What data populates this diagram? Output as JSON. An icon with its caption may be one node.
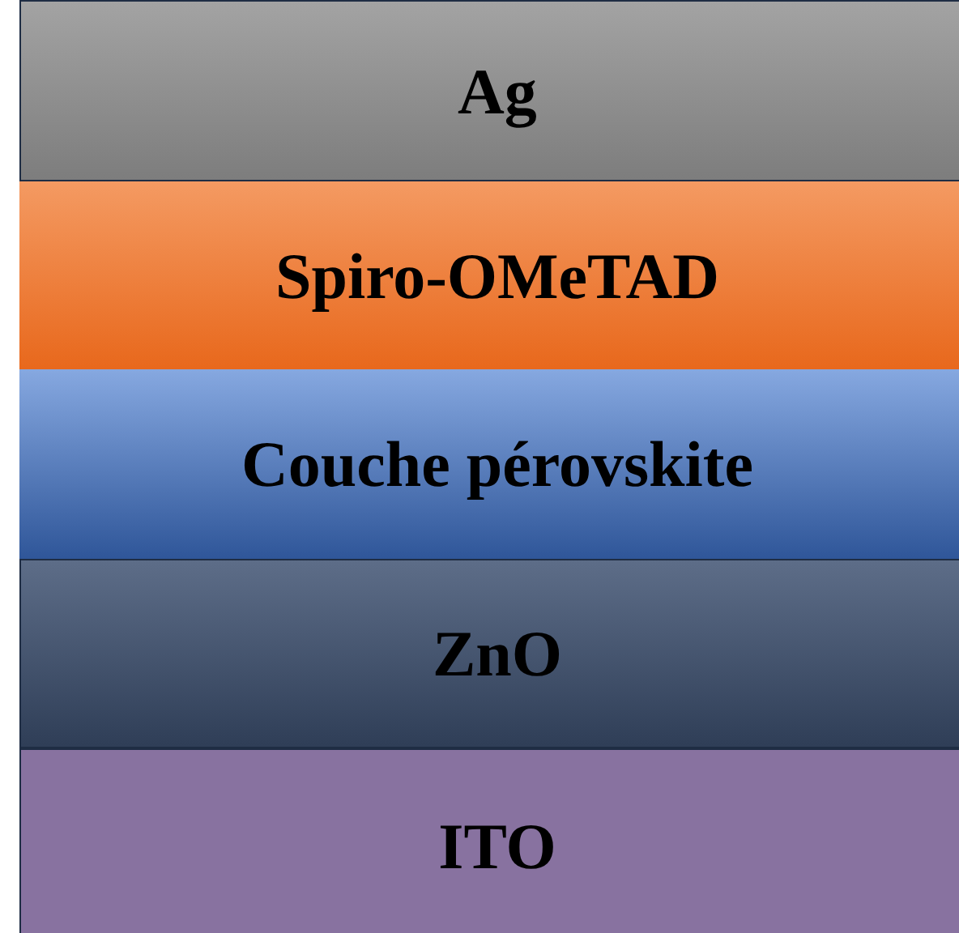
{
  "diagram": {
    "nodes": [
      {
        "text": [
          "Ag"
        ]
      },
      {
        "text": [
          "Spiro-OMeTAD"
        ]
      },
      {
        "text": [
          "Couche pérovskite"
        ]
      },
      {
        "text": [
          "ZnO"
        ]
      },
      {
        "text": [
          "ITO"
        ]
      }
    ]
  }
}
